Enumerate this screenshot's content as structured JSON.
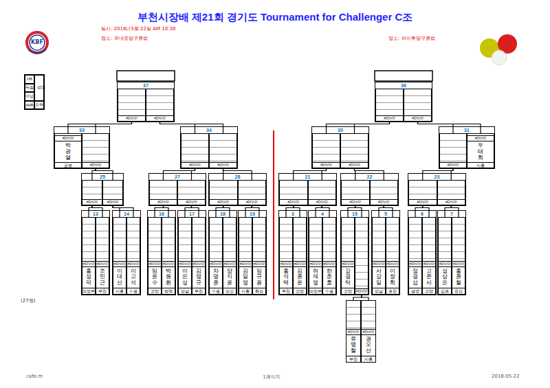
{
  "diagram": {
    "title": "부천시장배 제21회 경기도 Tournament for Challenger C조",
    "nodes": [
      {
        "text": [
          "HR",
          "득점",
          "이닝",
          "AVR",
          "성명",
          "소속"
        ]
      },
      {
        "text": [
          "37"
        ]
      },
      {
        "text": [
          "#DIV/0!"
        ],
        "in": 1
      },
      {
        "text": [
          "#DIV/0!"
        ],
        "in": 1
      },
      {
        "text": [
          "36"
        ]
      },
      {
        "text": [
          "#DIV/0!"
        ],
        "in": 4
      },
      {
        "text": [
          "#DIV/0!"
        ],
        "in": 4
      },
      {
        "text": [
          "33"
        ]
      },
      {
        "text": [
          "#DIV/0!",
          "박광열",
          "군포"
        ],
        "in": 7
      },
      {
        "text": [
          "#DIV/0!"
        ],
        "in": 7
      },
      {
        "text": [
          "34"
        ]
      },
      {
        "text": [
          "#DIV/0!"
        ],
        "in": 10
      },
      {
        "text": [
          "#DIV/0!"
        ],
        "in": 10
      },
      {
        "text": [
          "30"
        ]
      },
      {
        "text": [
          "#DIV/0!"
        ],
        "in": 13
      },
      {
        "text": [
          "#DIV/0!"
        ],
        "in": 13
      },
      {
        "text": [
          "31"
        ]
      },
      {
        "text": [
          "#DIV/0!"
        ],
        "in": 16
      },
      {
        "text": [
          "#DIV/0!",
          "우태희",
          "시흥"
        ],
        "in": 16
      },
      {
        "text": [
          "25"
        ]
      },
      {
        "text": [
          "#DIV/0!"
        ],
        "in": 19
      },
      {
        "text": [
          "#DIV/0!"
        ],
        "in": 19
      },
      {
        "text": [
          "27"
        ]
      },
      {
        "text": [
          "#DIV/0!"
        ],
        "in": 22
      },
      {
        "text": [
          "#DIV/0!"
        ],
        "in": 22
      },
      {
        "text": [
          "28"
        ]
      },
      {
        "text": [
          "#DIV/0!"
        ],
        "in": 25
      },
      {
        "text": [
          "#DIV/0!"
        ],
        "in": 25
      },
      {
        "text": [
          "21"
        ]
      },
      {
        "text": [
          "#DIV/0!"
        ],
        "in": 28
      },
      {
        "text": [
          "#DIV/0!"
        ],
        "in": 28
      },
      {
        "text": [
          "22"
        ]
      },
      {
        "text": [
          "#DIV/0!"
        ],
        "in": 31
      },
      {
        "text": [
          "#DIV/0!"
        ],
        "in": 31
      },
      {
        "text": [
          "23"
        ]
      },
      {
        "text": [
          "#DIV/0!"
        ],
        "in": 34
      },
      {
        "text": [
          "#DIV/0!"
        ],
        "in": 34
      },
      {
        "text": [
          "13"
        ]
      },
      {
        "text": [
          "#DIV/0!",
          "홍성덕",
          "의정부"
        ],
        "in": 37
      },
      {
        "text": [
          "#DIV/0!",
          "조민근",
          "부천"
        ],
        "in": 37
      },
      {
        "text": [
          "14"
        ]
      },
      {
        "text": [
          "#DIV/0!",
          "이대선",
          "시흥"
        ],
        "in": 40
      },
      {
        "text": [
          "#DIV/0!",
          "이고석",
          "수원"
        ],
        "in": 40
      },
      {
        "text": [
          "16"
        ]
      },
      {
        "text": [
          "#DIV/0!",
          "임윤수",
          "고양"
        ],
        "in": 43
      },
      {
        "text": [
          "#DIV/0!",
          "박원환",
          "평택"
        ],
        "in": 43
      },
      {
        "text": [
          "17"
        ]
      },
      {
        "text": [
          "#DIV/0!",
          "이은성",
          "성남"
        ],
        "in": 46
      },
      {
        "text": [
          "#DIV/0!",
          "김영규",
          "부천"
        ],
        "in": 46
      },
      {
        "text": [
          "18"
        ]
      },
      {
        "text": [
          "#DIV/0!",
          "차명종",
          "수원"
        ],
        "in": 49
      },
      {
        "text": [
          "#DIV/0!",
          "양지웅",
          "오산"
        ],
        "in": 49
      },
      {
        "text": [
          "19"
        ]
      },
      {
        "text": [
          "#DIV/0!",
          "김일영",
          "시흥"
        ],
        "in": 52
      },
      {
        "text": [
          "#DIV/0!",
          "임규용",
          "화성"
        ],
        "in": 52
      },
      {
        "text": [
          "3"
        ]
      },
      {
        "text": [
          "#DIV/0!",
          "홍석택",
          "부천"
        ],
        "in": 55
      },
      {
        "text": [
          "#DIV/0!",
          "김종윤",
          "안양"
        ],
        "in": 55
      },
      {
        "text": [
          "4"
        ]
      },
      {
        "text": [
          "#DIV/0!",
          "허재영",
          "의정부"
        ],
        "in": 58
      },
      {
        "text": [
          "#DIV/0!",
          "한춘호",
          "수원"
        ],
        "in": 58
      },
      {
        "text": [
          "15"
        ]
      },
      {
        "text": [
          "#DIV/0!",
          "강경탁",
          "고양"
        ],
        "in": 61
      },
      {
        "text": [
          "#DIV/0!"
        ],
        "in": 61
      },
      {
        "text": [
          "5"
        ]
      },
      {
        "text": [
          "#DIV/0!",
          "서강일",
          "성남"
        ],
        "in": 64
      },
      {
        "text": [
          "#DIV/0!",
          "이창희",
          "포천"
        ],
        "in": 64
      },
      {
        "text": [
          "6"
        ]
      },
      {
        "text": [
          "#DIV/0!",
          "정경섭",
          "광명"
        ],
        "in": 67
      },
      {
        "text": [
          "#DIV/0!",
          "고준서",
          "고양"
        ],
        "in": 67
      },
      {
        "text": [
          "7"
        ]
      },
      {
        "text": [
          "#DIV/0!",
          "성상은",
          "김포"
        ],
        "in": 70
      },
      {
        "text": [
          "#DIV/0!",
          "홍종철",
          "용인"
        ],
        "in": 70
      },
      {
        "text": [
          "#DIV/0!",
          "류병철",
          "부천"
        ]
      },
      {
        "text": [
          "#DIV/0!",
          "권오선",
          "시흥"
        ]
      }
    ],
    "edges": [
      {
        "from": 38,
        "to": 20,
        "arrow": "none"
      },
      {
        "from": 39,
        "to": 20,
        "arrow": "none"
      },
      {
        "from": 41,
        "to": 21,
        "arrow": "none"
      },
      {
        "from": 42,
        "to": 21,
        "arrow": "none"
      },
      {
        "from": 44,
        "to": 23,
        "arrow": "none"
      },
      {
        "from": 45,
        "to": 23,
        "arrow": "none"
      },
      {
        "from": 47,
        "to": 24,
        "arrow": "none"
      },
      {
        "from": 48,
        "to": 24,
        "arrow": "none"
      },
      {
        "from": 50,
        "to": 26,
        "arrow": "none"
      },
      {
        "from": 51,
        "to": 26,
        "arrow": "none"
      },
      {
        "from": 53,
        "to": 27,
        "arrow": "none"
      },
      {
        "from": 54,
        "to": 27,
        "arrow": "none"
      },
      {
        "from": 56,
        "to": 29,
        "arrow": "none"
      },
      {
        "from": 57,
        "to": 29,
        "arrow": "none"
      },
      {
        "from": 59,
        "to": 30,
        "arrow": "none"
      },
      {
        "from": 60,
        "to": 30,
        "arrow": "none"
      },
      {
        "from": 62,
        "to": 32,
        "arrow": "none"
      },
      {
        "from": 63,
        "to": 32,
        "arrow": "none"
      },
      {
        "from": 65,
        "to": 33,
        "arrow": "none"
      },
      {
        "from": 66,
        "to": 33,
        "arrow": "none"
      },
      {
        "from": 68,
        "to": 35,
        "arrow": "none"
      },
      {
        "from": 69,
        "to": 35,
        "arrow": "none"
      },
      {
        "from": 71,
        "to": 36,
        "arrow": "none"
      },
      {
        "from": 72,
        "to": 36,
        "arrow": "none"
      },
      {
        "from": 73,
        "to": 63,
        "arrow": "none"
      },
      {
        "from": 74,
        "to": 63,
        "arrow": "none"
      },
      {
        "from": 20,
        "to": 9,
        "arrow": "none"
      },
      {
        "from": 21,
        "to": 9,
        "arrow": "none"
      },
      {
        "from": 23,
        "to": 11,
        "arrow": "none"
      },
      {
        "from": 24,
        "to": 11,
        "arrow": "none"
      },
      {
        "from": 26,
        "to": 12,
        "arrow": "none"
      },
      {
        "from": 27,
        "to": 12,
        "arrow": "none"
      },
      {
        "from": 29,
        "to": 14,
        "arrow": "none"
      },
      {
        "from": 30,
        "to": 14,
        "arrow": "none"
      },
      {
        "from": 32,
        "to": 15,
        "arrow": "none"
      },
      {
        "from": 33,
        "to": 15,
        "arrow": "none"
      },
      {
        "from": 35,
        "to": 17,
        "arrow": "none"
      },
      {
        "from": 36,
        "to": 17,
        "arrow": "none"
      },
      {
        "from": 8,
        "to": 2,
        "arrow": "none"
      },
      {
        "from": 9,
        "to": 2,
        "arrow": "none"
      },
      {
        "from": 11,
        "to": 3,
        "arrow": "none"
      },
      {
        "from": 12,
        "to": 3,
        "arrow": "none"
      },
      {
        "from": 14,
        "to": 5,
        "arrow": "none"
      },
      {
        "from": 15,
        "to": 5,
        "arrow": "none"
      },
      {
        "from": 17,
        "to": 6,
        "arrow": "none"
      },
      {
        "from": 18,
        "to": 6,
        "arrow": "none"
      }
    ],
    "labels": [
      "일시: 2018년5월 22일 AM 10:30",
      "장소: 르네오당구클럽",
      "장소: 하이투당구클럽",
      "(27명)",
      "KBF",
      "cafe.m",
      "1페이지",
      "2018-05-22"
    ]
  }
}
